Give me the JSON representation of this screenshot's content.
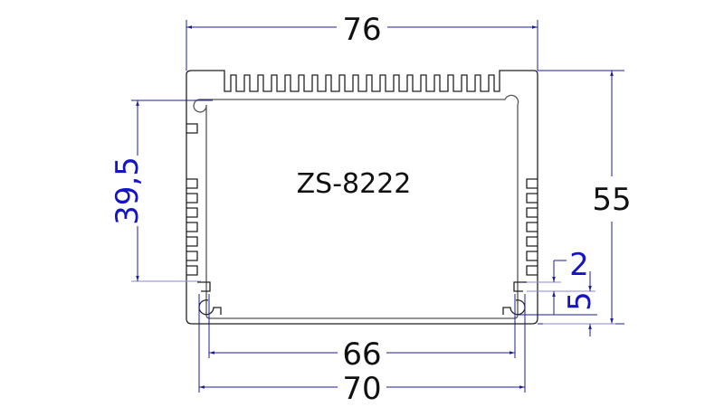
{
  "drawing": {
    "part_label": "ZS-8222",
    "colors": {
      "profile": "#222222",
      "dimension_line": "#1e1e9a",
      "dimension_text_black": "#111111",
      "dimension_text_blue": "#1414c8",
      "background": "#ffffff"
    },
    "dimensions": {
      "overall_width": "76",
      "overall_height": "55",
      "inner_height": "39,5",
      "inner_width_small": "66",
      "inner_width_large": "70",
      "wall_thickness": "2",
      "bottom_offset": "5"
    },
    "features": {
      "top_fin_count": 17,
      "left_fin_count": 7,
      "right_fin_count": 7
    }
  }
}
